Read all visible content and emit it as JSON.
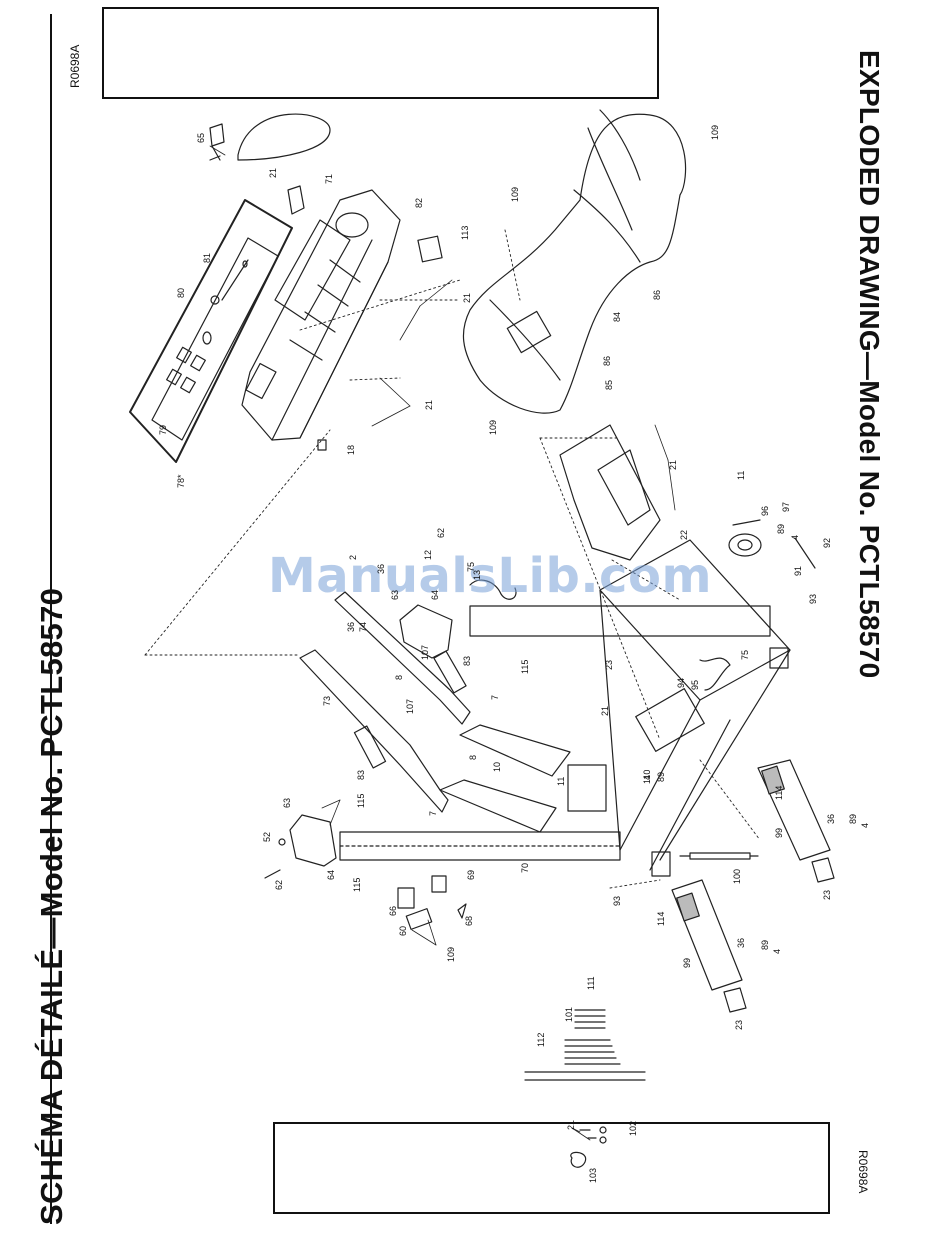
{
  "page": {
    "title_left": "SCHÉMA DÉTAILÉ—Model No. PCTL58570",
    "title_right": "EXPLODED DRAWING—Model No. PCTL58570",
    "drawing_code_top": "R0698A",
    "drawing_code_bottom": "R0698A",
    "watermark": "ManualsLib.com"
  },
  "part_labels": [
    {
      "id": "65",
      "text": "65"
    },
    {
      "id": "71",
      "text": "71"
    },
    {
      "id": "21a",
      "text": "21"
    },
    {
      "id": "82",
      "text": "82"
    },
    {
      "id": "113",
      "text": "113"
    },
    {
      "id": "21b",
      "text": "21"
    },
    {
      "id": "81",
      "text": "81"
    },
    {
      "id": "80",
      "text": "80"
    },
    {
      "id": "21c",
      "text": "21"
    },
    {
      "id": "79",
      "text": "79"
    },
    {
      "id": "78",
      "text": "78*"
    },
    {
      "id": "18",
      "text": "18"
    },
    {
      "id": "109a",
      "text": "109"
    },
    {
      "id": "109b",
      "text": "109"
    },
    {
      "id": "86a",
      "text": "86"
    },
    {
      "id": "84",
      "text": "84"
    },
    {
      "id": "86b",
      "text": "86"
    },
    {
      "id": "109c",
      "text": "109"
    },
    {
      "id": "85",
      "text": "85"
    },
    {
      "id": "21d",
      "text": "21"
    },
    {
      "id": "62a",
      "text": "62"
    },
    {
      "id": "2",
      "text": "2"
    },
    {
      "id": "36a",
      "text": "36"
    },
    {
      "id": "12",
      "text": "12"
    },
    {
      "id": "63a",
      "text": "63"
    },
    {
      "id": "64a",
      "text": "64"
    },
    {
      "id": "75a",
      "text": "75"
    },
    {
      "id": "13",
      "text": "13"
    },
    {
      "id": "36b",
      "text": "36"
    },
    {
      "id": "74",
      "text": "74"
    },
    {
      "id": "107a",
      "text": "107"
    },
    {
      "id": "83a",
      "text": "83"
    },
    {
      "id": "115a",
      "text": "115"
    },
    {
      "id": "8a",
      "text": "8"
    },
    {
      "id": "73",
      "text": "73"
    },
    {
      "id": "107b",
      "text": "107"
    },
    {
      "id": "7a",
      "text": "7"
    },
    {
      "id": "8b",
      "text": "8"
    },
    {
      "id": "10",
      "text": "10"
    },
    {
      "id": "83b",
      "text": "83"
    },
    {
      "id": "115b",
      "text": "115"
    },
    {
      "id": "63b",
      "text": "63"
    },
    {
      "id": "7b",
      "text": "7"
    },
    {
      "id": "11a",
      "text": "11"
    },
    {
      "id": "52",
      "text": "52"
    },
    {
      "id": "62b",
      "text": "62"
    },
    {
      "id": "64b",
      "text": "64"
    },
    {
      "id": "70",
      "text": "70"
    },
    {
      "id": "115c",
      "text": "115"
    },
    {
      "id": "69",
      "text": "69"
    },
    {
      "id": "66",
      "text": "66"
    },
    {
      "id": "60",
      "text": "60"
    },
    {
      "id": "68",
      "text": "68"
    },
    {
      "id": "109d",
      "text": "109"
    },
    {
      "id": "11b",
      "text": "11"
    },
    {
      "id": "96",
      "text": "96"
    },
    {
      "id": "97",
      "text": "97"
    },
    {
      "id": "22",
      "text": "22"
    },
    {
      "id": "89a",
      "text": "89"
    },
    {
      "id": "4a",
      "text": "4"
    },
    {
      "id": "92",
      "text": "92"
    },
    {
      "id": "91",
      "text": "91"
    },
    {
      "id": "93a",
      "text": "93"
    },
    {
      "id": "75b",
      "text": "75"
    },
    {
      "id": "23a",
      "text": "23"
    },
    {
      "id": "94",
      "text": "94"
    },
    {
      "id": "95",
      "text": "95"
    },
    {
      "id": "21e",
      "text": "21"
    },
    {
      "id": "89b",
      "text": "89"
    },
    {
      "id": "4b",
      "text": "4"
    },
    {
      "id": "110",
      "text": "110"
    },
    {
      "id": "114a",
      "text": "114"
    },
    {
      "id": "99a",
      "text": "99"
    },
    {
      "id": "36c",
      "text": "36"
    },
    {
      "id": "89c",
      "text": "89"
    },
    {
      "id": "4c",
      "text": "4"
    },
    {
      "id": "23b",
      "text": "23"
    },
    {
      "id": "100",
      "text": "100"
    },
    {
      "id": "93b",
      "text": "93"
    },
    {
      "id": "114b",
      "text": "114"
    },
    {
      "id": "99b",
      "text": "99"
    },
    {
      "id": "36d",
      "text": "36"
    },
    {
      "id": "89d",
      "text": "89"
    },
    {
      "id": "4d",
      "text": "4"
    },
    {
      "id": "23c",
      "text": "23"
    },
    {
      "id": "111",
      "text": "111"
    },
    {
      "id": "101",
      "text": "101"
    },
    {
      "id": "112",
      "text": "112"
    },
    {
      "id": "21f",
      "text": "21"
    },
    {
      "id": "102",
      "text": "102"
    },
    {
      "id": "103",
      "text": "103"
    }
  ]
}
